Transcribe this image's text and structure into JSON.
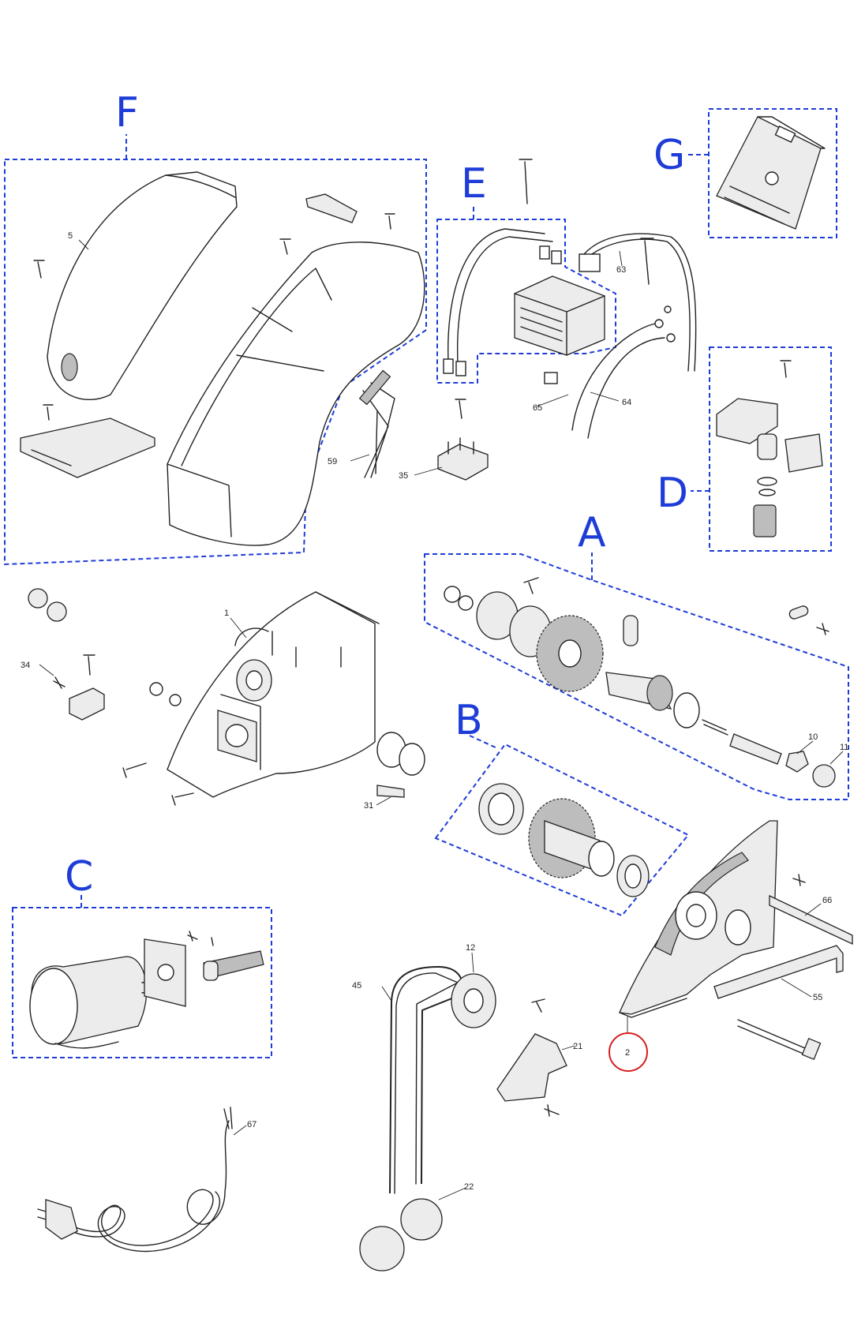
{
  "group_letters": {
    "A": "A",
    "B": "B",
    "C": "C",
    "D": "D",
    "E": "E",
    "F": "F",
    "G": "G"
  },
  "part_numbers": {
    "p1": "1",
    "p2": "2",
    "p5": "5",
    "p10": "10",
    "p11": "11",
    "p12": "12",
    "p21": "21",
    "p22": "22",
    "p31": "31",
    "p34": "34",
    "p35": "35",
    "p45": "45",
    "p55": "55",
    "p59": "59",
    "p63": "63",
    "p64": "64",
    "p65": "65",
    "p66": "66",
    "p67": "67"
  },
  "colors": {
    "group_outline": "#1e3cd8",
    "highlight_circle": "#d81e1e",
    "line_art": "#222222"
  },
  "highlighted_part": "2"
}
